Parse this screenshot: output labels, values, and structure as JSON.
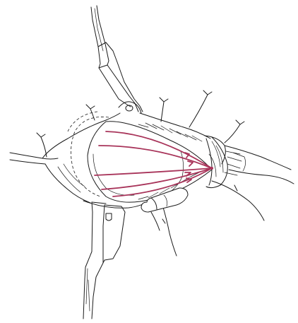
{
  "figure": {
    "ink_color": "#1a1a1a",
    "accent_color": "#a8345a",
    "accent_paths": [
      "posterior-upper-line",
      "posterior-mid-upper-line",
      "middle-line",
      "lower-mid-line",
      "anterior-lower-line"
    ]
  }
}
